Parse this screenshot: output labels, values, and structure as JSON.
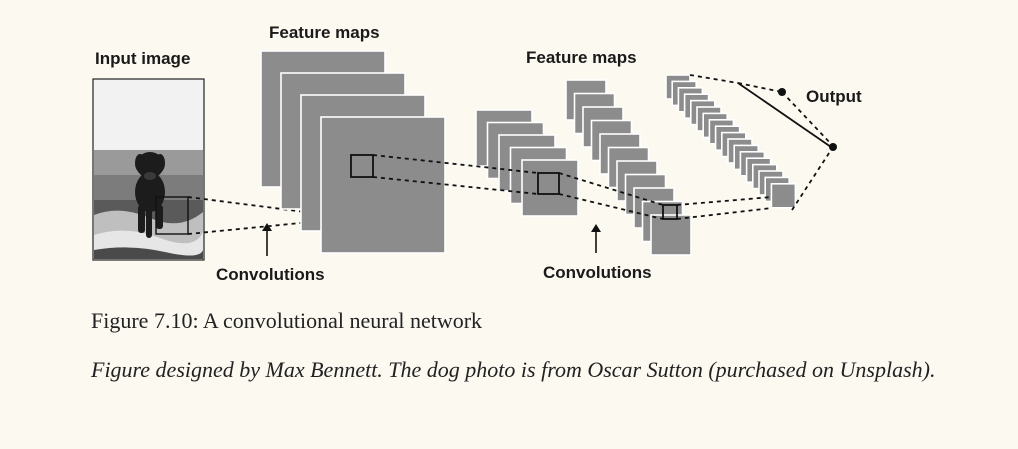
{
  "diagram": {
    "labels": {
      "input_image": "Input image",
      "feature_maps_1": "Feature maps",
      "feature_maps_2": "Feature maps",
      "convolutions_1": "Convolutions",
      "convolutions_2": "Convolutions",
      "output": "Output"
    },
    "colors": {
      "feature_map_fill": "#8c8c8c",
      "feature_map_border": "#ffffff",
      "background": "#fcf9f1",
      "ink": "#111111"
    }
  },
  "caption": {
    "figure_title": "Figure 7.10: A convolutional neural network",
    "credit": "Figure designed by Max Bennett. The dog photo is from Oscar Sutton (purchased on Unsplash)."
  }
}
